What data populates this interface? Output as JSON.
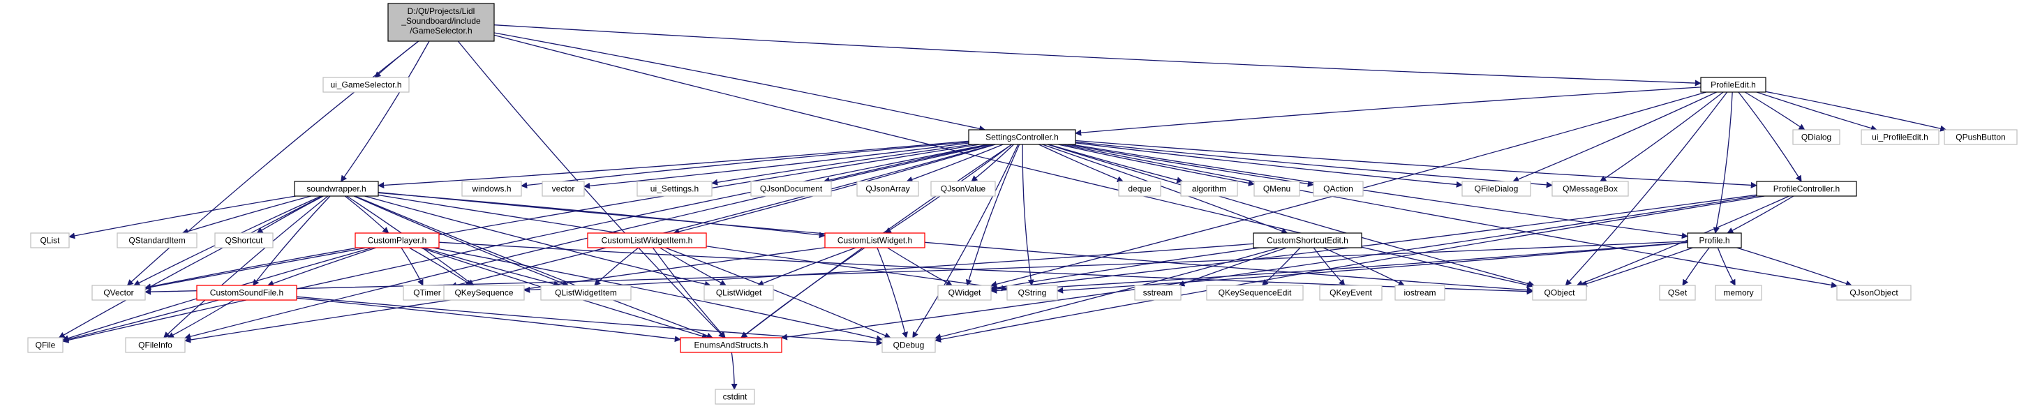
{
  "colors": {
    "edge": "#191970",
    "root_fill": "#bfbfbf",
    "root_border": "#000000",
    "node_border": "#000000",
    "node_border_red": "#ff0000",
    "node_border_gray": "#bfbfbf",
    "node_fill": "#ffffff",
    "text": "#000000"
  },
  "nodes": {
    "root": {
      "label": "D:/Qt/Projects/Lidl_Soundboard/include/GameSelector.h"
    },
    "ui_gameselector": {
      "label": "ui_GameSelector.h"
    },
    "profileedit": {
      "label": "ProfileEdit.h"
    },
    "settingscontroller": {
      "label": "SettingsController.h"
    },
    "qdialog": {
      "label": "QDialog"
    },
    "ui_profileedit": {
      "label": "ui_ProfileEdit.h"
    },
    "qpushbutton": {
      "label": "QPushButton"
    },
    "soundwrapper": {
      "label": "soundwrapper.h"
    },
    "windows": {
      "label": "windows.h"
    },
    "vector": {
      "label": "vector"
    },
    "ui_settings": {
      "label": "ui_Settings.h"
    },
    "qjsondocument": {
      "label": "QJsonDocument"
    },
    "qjsonarray": {
      "label": "QJsonArray"
    },
    "qjsonvalue": {
      "label": "QJsonValue"
    },
    "deque": {
      "label": "deque"
    },
    "algorithm": {
      "label": "algorithm"
    },
    "qmenu": {
      "label": "QMenu"
    },
    "qaction": {
      "label": "QAction"
    },
    "qfiledialog": {
      "label": "QFileDialog"
    },
    "qmessagebox": {
      "label": "QMessageBox"
    },
    "profilecontroller": {
      "label": "ProfileController.h"
    },
    "qlist": {
      "label": "QList"
    },
    "qstandarditem": {
      "label": "QStandardItem"
    },
    "qshortcut": {
      "label": "QShortcut"
    },
    "customplayer": {
      "label": "CustomPlayer.h"
    },
    "customlistwidgetitem": {
      "label": "CustomListWidgetItem.h"
    },
    "customlistwidget": {
      "label": "CustomListWidget.h"
    },
    "customshortcutedit": {
      "label": "CustomShortcutEdit.h"
    },
    "profile": {
      "label": "Profile.h"
    },
    "qvector": {
      "label": "QVector"
    },
    "qtimer": {
      "label": "QTimer"
    },
    "qkeysequence": {
      "label": "QKeySequence"
    },
    "qlistwidgetitem": {
      "label": "QListWidgetItem"
    },
    "qlistwidget": {
      "label": "QListWidget"
    },
    "qwidget": {
      "label": "QWidget"
    },
    "qstring": {
      "label": "QString"
    },
    "sstream": {
      "label": "sstream"
    },
    "qkeysequenceedit": {
      "label": "QKeySequenceEdit"
    },
    "qkeyevent": {
      "label": "QKeyEvent"
    },
    "iostream": {
      "label": "iostream"
    },
    "qobject": {
      "label": "QObject"
    },
    "qset": {
      "label": "QSet"
    },
    "memory": {
      "label": "memory"
    },
    "qjsonobject": {
      "label": "QJsonObject"
    },
    "customsoundfile": {
      "label": "CustomSoundFile.h"
    },
    "qfile": {
      "label": "QFile"
    },
    "qfileinfo": {
      "label": "QFileInfo"
    },
    "enumsandstructs": {
      "label": "EnumsAndStructs.h"
    },
    "qdebug": {
      "label": "QDebug"
    },
    "cstdint": {
      "label": "cstdint"
    }
  },
  "edges": [
    [
      "root",
      "ui_gameselector"
    ],
    [
      "root",
      "soundwrapper"
    ],
    [
      "root",
      "profileedit"
    ],
    [
      "root",
      "settingscontroller"
    ],
    [
      "root",
      "qobject"
    ],
    [
      "root",
      "qvector"
    ],
    [
      "root",
      "enumsandstructs"
    ],
    [
      "profileedit",
      "settingscontroller"
    ],
    [
      "profileedit",
      "qdialog"
    ],
    [
      "profileedit",
      "ui_profileedit"
    ],
    [
      "profileedit",
      "qpushbutton"
    ],
    [
      "profileedit",
      "qfiledialog"
    ],
    [
      "profileedit",
      "qmessagebox"
    ],
    [
      "profileedit",
      "profilecontroller"
    ],
    [
      "profileedit",
      "profile"
    ],
    [
      "profileedit",
      "qwidget"
    ],
    [
      "profileedit",
      "qobject"
    ],
    [
      "settingscontroller",
      "soundwrapper"
    ],
    [
      "settingscontroller",
      "windows"
    ],
    [
      "settingscontroller",
      "vector"
    ],
    [
      "settingscontroller",
      "ui_settings"
    ],
    [
      "settingscontroller",
      "qjsondocument"
    ],
    [
      "settingscontroller",
      "qjsonarray"
    ],
    [
      "settingscontroller",
      "qjsonvalue"
    ],
    [
      "settingscontroller",
      "deque"
    ],
    [
      "settingscontroller",
      "algorithm"
    ],
    [
      "settingscontroller",
      "qmenu"
    ],
    [
      "settingscontroller",
      "qaction"
    ],
    [
      "settingscontroller",
      "qfiledialog"
    ],
    [
      "settingscontroller",
      "qmessagebox"
    ],
    [
      "settingscontroller",
      "profilecontroller"
    ],
    [
      "settingscontroller",
      "customshortcutedit"
    ],
    [
      "settingscontroller",
      "profile"
    ],
    [
      "settingscontroller",
      "qjsonobject"
    ],
    [
      "settingscontroller",
      "qobject"
    ],
    [
      "settingscontroller",
      "qstring"
    ],
    [
      "settingscontroller",
      "qwidget"
    ],
    [
      "settingscontroller",
      "qdebug"
    ],
    [
      "settingscontroller",
      "qtimer"
    ],
    [
      "settingscontroller",
      "customlistwidget"
    ],
    [
      "settingscontroller",
      "customlistwidgetitem"
    ],
    [
      "settingscontroller",
      "enumsandstructs"
    ],
    [
      "settingscontroller",
      "qvector"
    ],
    [
      "settingscontroller",
      "qfile"
    ],
    [
      "settingscontroller",
      "qfileinfo"
    ],
    [
      "soundwrapper",
      "qlist"
    ],
    [
      "soundwrapper",
      "qstandarditem"
    ],
    [
      "soundwrapper",
      "qshortcut"
    ],
    [
      "soundwrapper",
      "customplayer"
    ],
    [
      "soundwrapper",
      "customsoundfile"
    ],
    [
      "soundwrapper",
      "qvector"
    ],
    [
      "soundwrapper",
      "qkeysequence"
    ],
    [
      "soundwrapper",
      "qlistwidgetitem"
    ],
    [
      "soundwrapper",
      "qlistwidget"
    ],
    [
      "soundwrapper",
      "qobject"
    ],
    [
      "soundwrapper",
      "enumsandstructs"
    ],
    [
      "soundwrapper",
      "qfile"
    ],
    [
      "soundwrapper",
      "qfileinfo"
    ],
    [
      "soundwrapper",
      "qstring"
    ],
    [
      "soundwrapper",
      "customlistwidget"
    ],
    [
      "customplayer",
      "qvector"
    ],
    [
      "customplayer",
      "qtimer"
    ],
    [
      "customplayer",
      "qkeysequence"
    ],
    [
      "customplayer",
      "qlistwidgetitem"
    ],
    [
      "customplayer",
      "customsoundfile"
    ],
    [
      "customplayer",
      "qobject"
    ],
    [
      "customplayer",
      "enumsandstructs"
    ],
    [
      "customplayer",
      "qdebug"
    ],
    [
      "customplayer",
      "qfile"
    ],
    [
      "customlistwidgetitem",
      "qlistwidgetitem"
    ],
    [
      "customlistwidgetitem",
      "qlistwidget"
    ],
    [
      "customlistwidgetitem",
      "enumsandstructs"
    ],
    [
      "customlistwidgetitem",
      "qdebug"
    ],
    [
      "customlistwidget",
      "qlistwidget"
    ],
    [
      "customlistwidget",
      "qwidget"
    ],
    [
      "customlistwidget",
      "qdebug"
    ],
    [
      "customlistwidget",
      "enumsandstructs"
    ],
    [
      "customlistwidget",
      "qfileinfo"
    ],
    [
      "customshortcutedit",
      "qwidget"
    ],
    [
      "customshortcutedit",
      "sstream"
    ],
    [
      "customshortcutedit",
      "qkeysequenceedit"
    ],
    [
      "customshortcutedit",
      "qkeyevent"
    ],
    [
      "customshortcutedit",
      "iostream"
    ],
    [
      "customshortcutedit",
      "qdebug"
    ],
    [
      "customshortcutedit",
      "qkeysequence"
    ],
    [
      "profilecontroller",
      "profile"
    ],
    [
      "profilecontroller",
      "qobject"
    ],
    [
      "profilecontroller",
      "qdebug"
    ],
    [
      "profilecontroller",
      "enumsandstructs"
    ],
    [
      "profilecontroller",
      "qwidget"
    ],
    [
      "profile",
      "qvector"
    ],
    [
      "profile",
      "qobject"
    ],
    [
      "profile",
      "qset"
    ],
    [
      "profile",
      "memory"
    ],
    [
      "profile",
      "qjsonobject"
    ],
    [
      "profile",
      "qstring"
    ],
    [
      "profile",
      "qwidget"
    ],
    [
      "customsoundfile",
      "qfile"
    ],
    [
      "customsoundfile",
      "qfileinfo"
    ],
    [
      "customsoundfile",
      "enumsandstructs"
    ],
    [
      "customsoundfile",
      "qdebug"
    ],
    [
      "enumsandstructs",
      "cstdint"
    ]
  ]
}
